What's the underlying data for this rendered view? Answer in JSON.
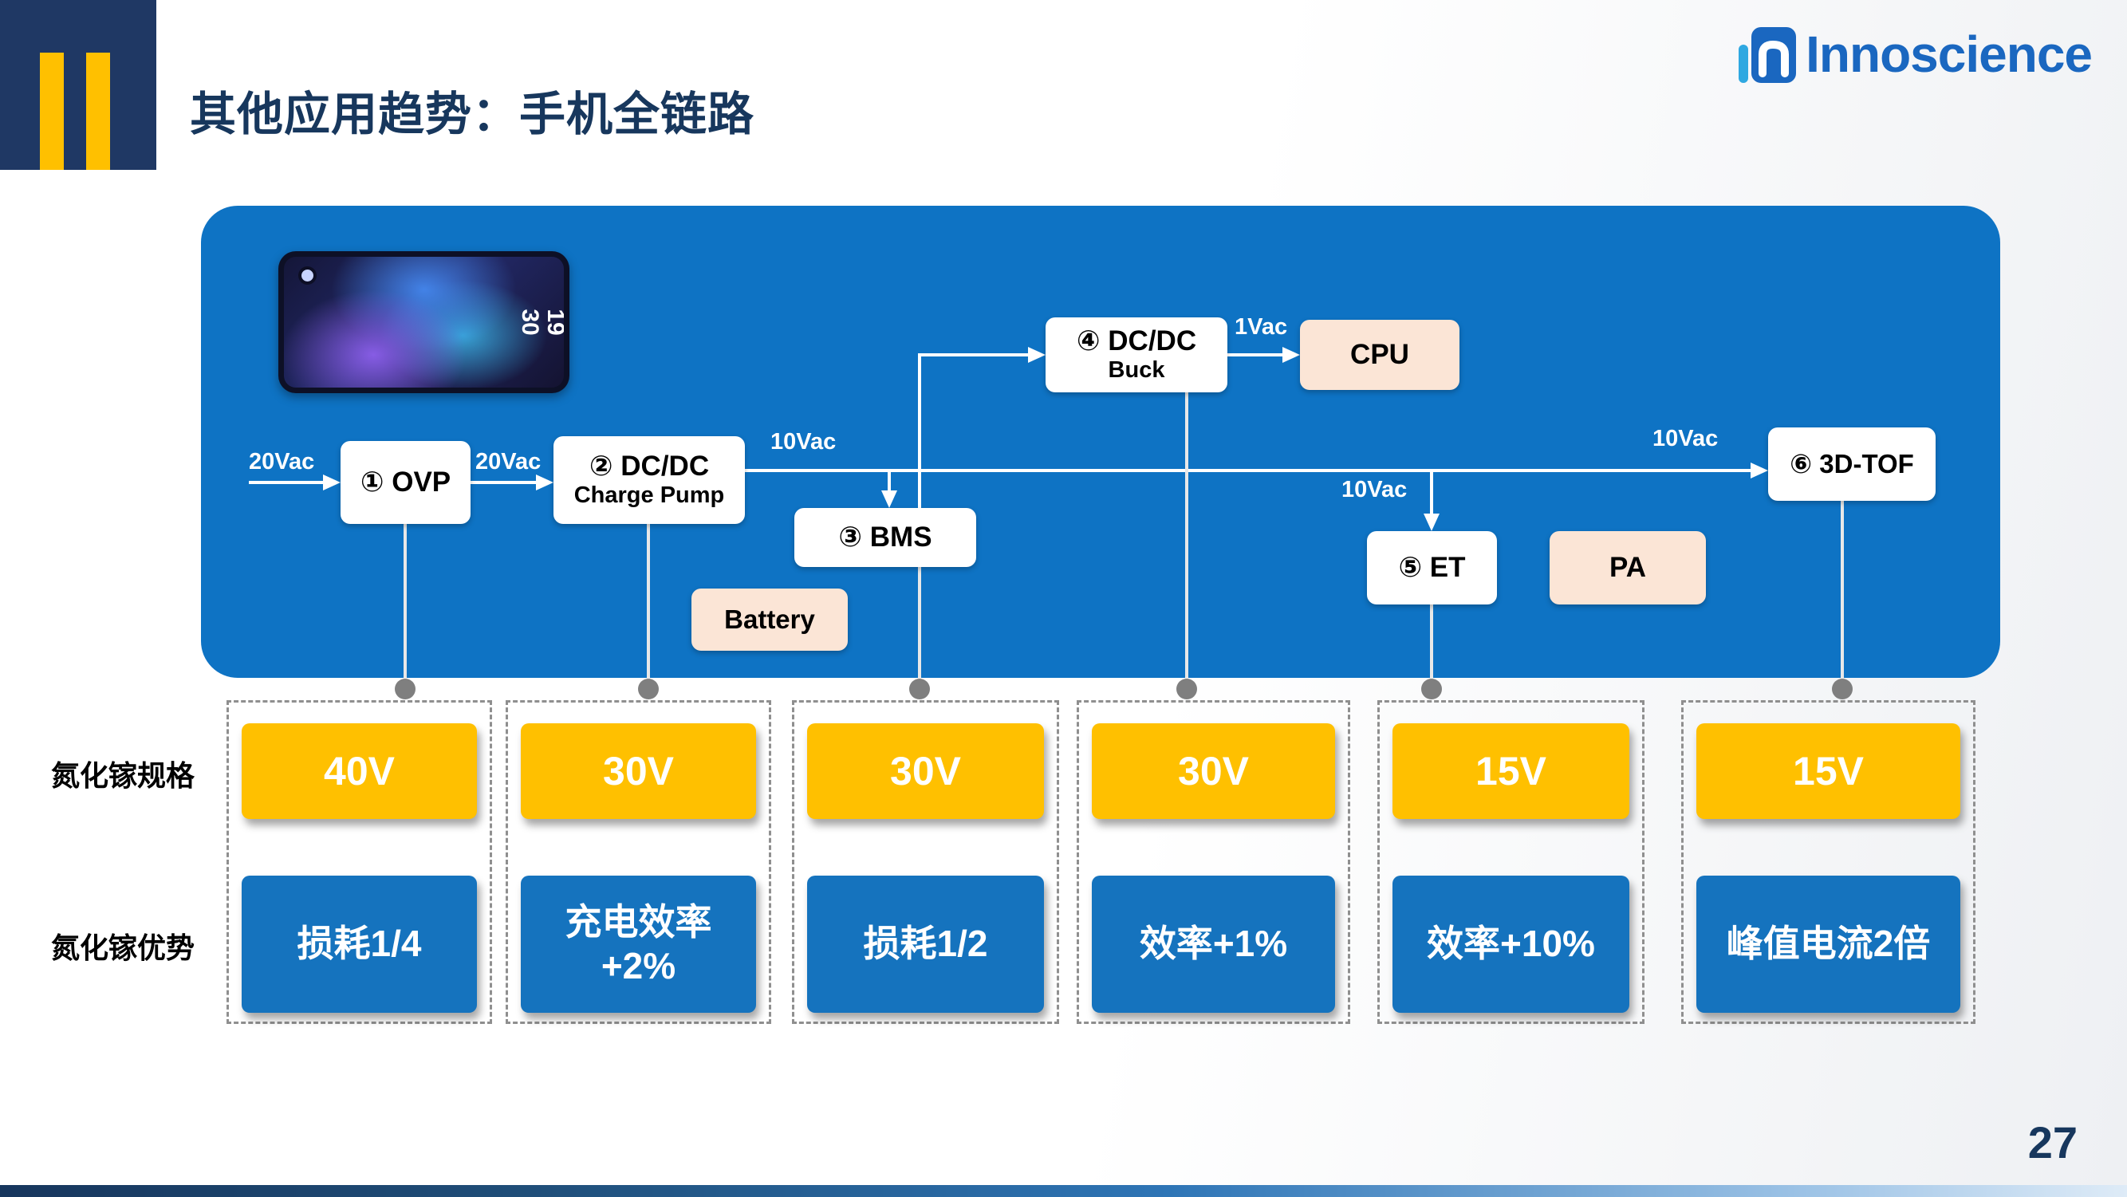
{
  "header": {
    "title": "其他应用趋势：手机全链路",
    "logo_text": "Innoscience",
    "page_number": "27"
  },
  "diagram": {
    "phone": {
      "clock_hour": "19",
      "clock_minute": "30"
    },
    "nodes": {
      "ovp": "① OVP",
      "charge_pump_line1": "② DC/DC",
      "charge_pump_line2": "Charge Pump",
      "bms": "③ BMS",
      "buck_line1": "④ DC/DC",
      "buck_line2": "Buck",
      "et": "⑤ ET",
      "tof": "⑥ 3D-TOF",
      "cpu": "CPU",
      "battery": "Battery",
      "pa": "PA"
    },
    "labels": {
      "input_20vac": "20Vac",
      "ovp_out_20vac": "20Vac",
      "cp_out_10vac": "10Vac",
      "buck_out_1vac": "1Vac",
      "et_in_10vac": "10Vac",
      "tof_in_10vac": "10Vac"
    }
  },
  "rows": {
    "spec_label": "氮化镓规格",
    "adv_label": "氮化镓优势"
  },
  "columns": [
    {
      "spec": "40V",
      "adv": "损耗1/4"
    },
    {
      "spec": "30V",
      "adv": "充电效率\n+2%"
    },
    {
      "spec": "30V",
      "adv": "损耗1/2"
    },
    {
      "spec": "30V",
      "adv": "效率+1%"
    },
    {
      "spec": "15V",
      "adv": "效率+10%"
    },
    {
      "spec": "15V",
      "adv": "峰值电流2倍"
    }
  ],
  "colors": {
    "panel_blue": "#0E73C4",
    "advantage_blue": "#1573BE",
    "spec_yellow": "#FFC000",
    "peach_box": "#FBE5D6",
    "header_navy": "#1F3864",
    "title_navy": "#17375D",
    "logo_blue": "#1A67C0",
    "connector_dot_gray": "#7F7F7F"
  }
}
